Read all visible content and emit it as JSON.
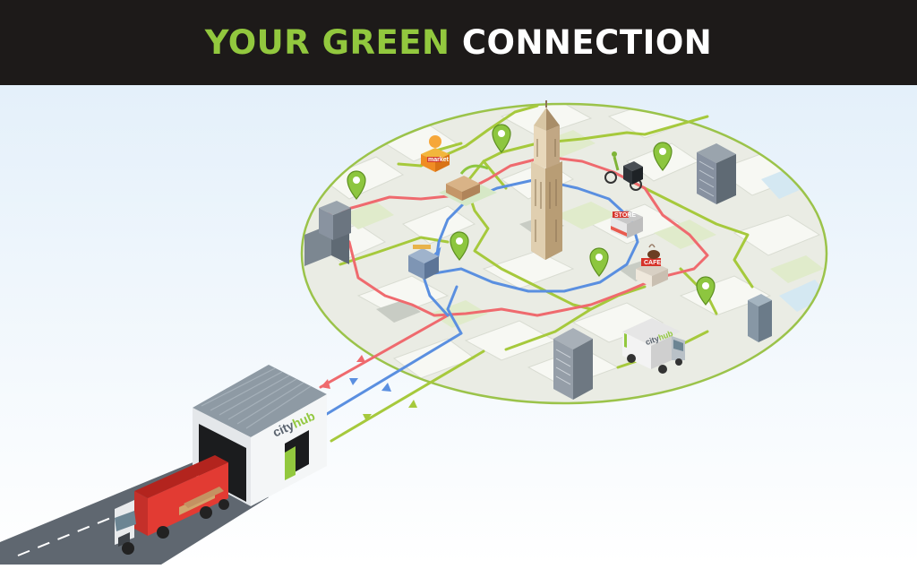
{
  "header": {
    "title_part1": "YOUR GREEN",
    "title_part2": "CONNECTION"
  },
  "hub": {
    "logo_part1": "city",
    "logo_part2": "hub"
  },
  "ev_truck": {
    "logo_part1": "city",
    "logo_part2": "hub"
  },
  "shops": {
    "market_sign": "market",
    "kiosk_sign": "STORE",
    "cafe_sign": "CAFE"
  },
  "colors": {
    "header_bg": "#1d1a19",
    "accent_green": "#92c83e",
    "route_red": "#ef6a6e",
    "route_blue": "#5a8fe0",
    "route_green": "#a6c93c",
    "map_base": "#eaece4",
    "map_border": "#9bc34a"
  },
  "icons": [
    "location-pin-icon",
    "warehouse-icon",
    "truck-icon",
    "cathedral-tower-icon",
    "cargo-bike-icon",
    "electric-van-icon",
    "building-icon",
    "shop-icon",
    "cafe-icon",
    "arrow-icon"
  ]
}
